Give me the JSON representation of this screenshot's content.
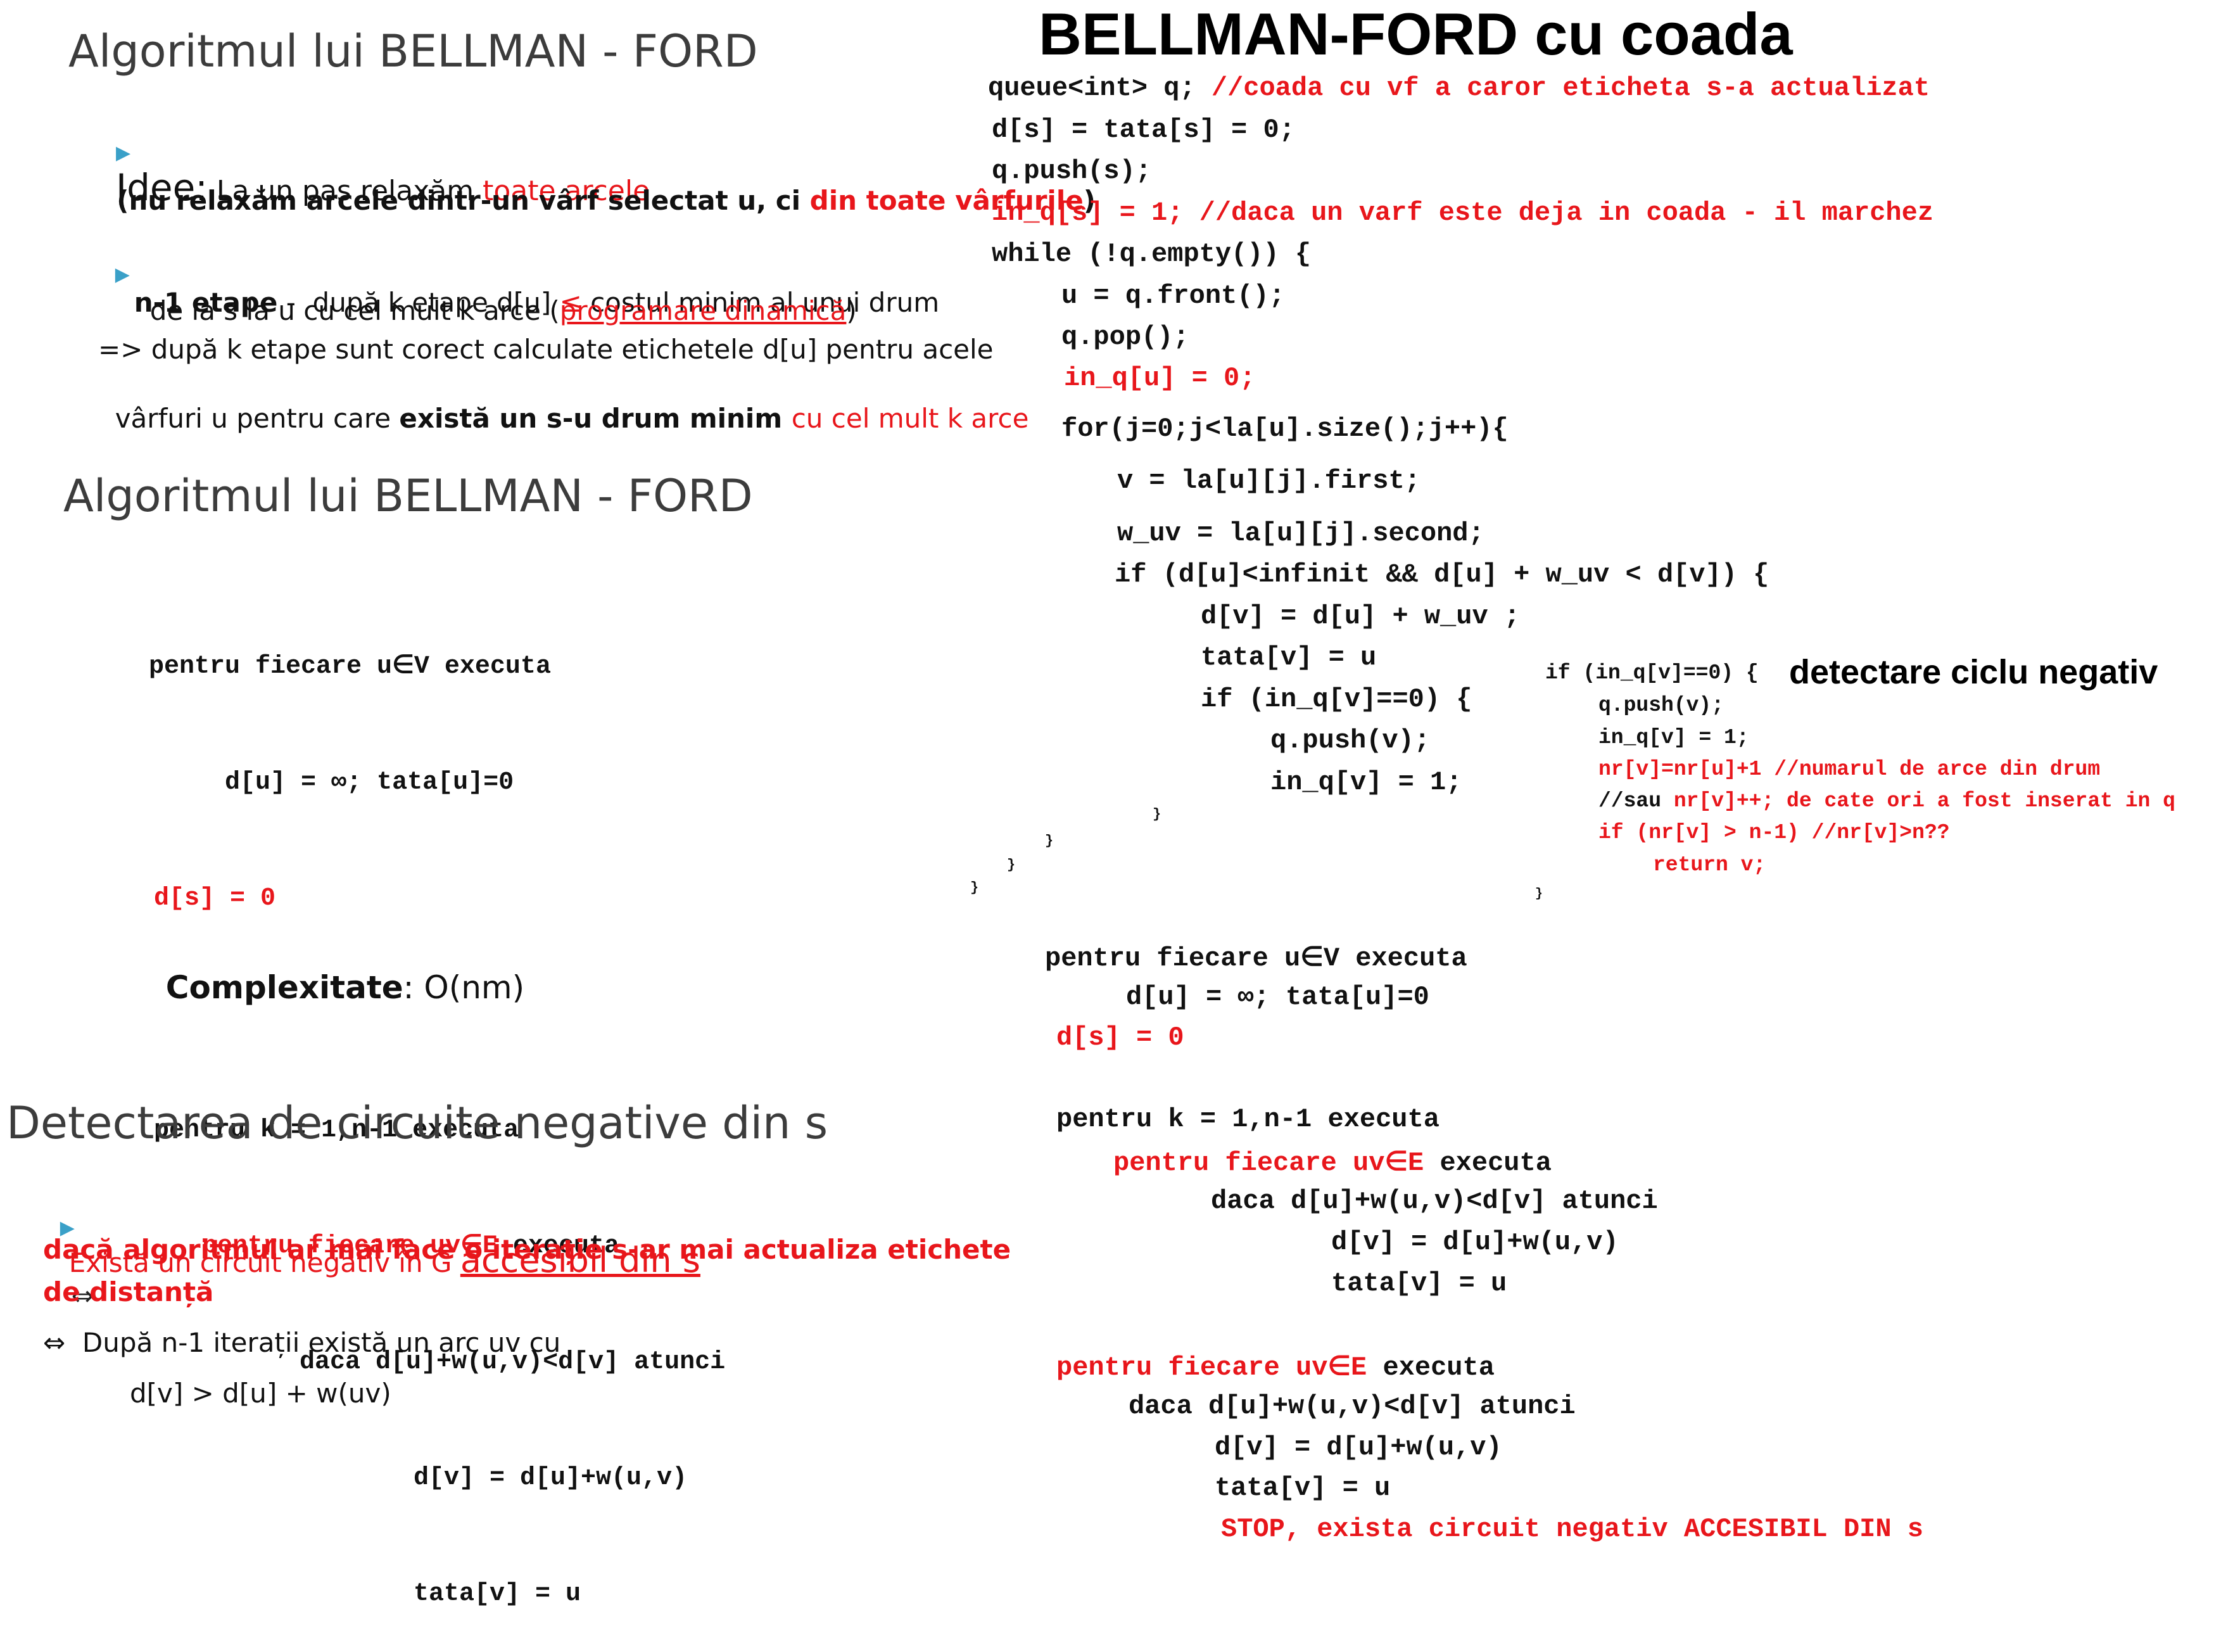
{
  "section1": {
    "title": "Algoritmul lui BELLMAN - FORD",
    "idea_label": "Idee:",
    "idea_text": " La un pas relaxăm ",
    "idea_red": "toate arcele",
    "idea_paren_a": "(nu relaxăm arcele dintr-un vârf selectat u, ci ",
    "idea_paren_red": "din toate vârfurile",
    "idea_paren_b": ")",
    "stages_bold": "n-1 etape",
    "stages_text": " -  după k etape d[u] ",
    "stages_leq": "≤",
    "stages_text2": " costul minim al unui drum",
    "stages_line2": "de la s la u cu cel mult k arce (",
    "stages_link": "programare dinamică",
    "stages_line2_end": ")",
    "conclusion_line1": "=> după k etape sunt corect calculate etichetele d[u] pentru acele",
    "conclusion_line2_a": "vârfuri u pentru care ",
    "conclusion_line2_b": "există un s-u drum minim ",
    "conclusion_line2_red": "cu cel mult k arce"
  },
  "section2": {
    "title": "Algoritmul lui BELLMAN - FORD",
    "code": [
      {
        "text": "pentru fiecare u∈V executa",
        "red": false
      },
      {
        "text": "     d[u] = ∞; tata[u]=0",
        "red": false
      },
      {
        "text": "d[s] = 0",
        "red": true
      },
      {
        "text": "",
        "red": false
      },
      {
        "text": "pentru k = 1,n-1 executa",
        "red": false
      }
    ],
    "inner_red": "pentru fiecare uv∈E",
    "inner_black": " executa",
    "if_line": "daca d[u]+w(u,v)<d[v] atunci",
    "assign1": "d[v] = d[u]+w(u,v)",
    "assign2": "tata[v] = u",
    "complexity_label": "Complexitate",
    "complexity_value": ": O(nm)"
  },
  "section3": {
    "title": "Detectarea de circuite negative din s",
    "bullet_a": "Există un circuit negativ în G ",
    "bullet_link": "accesibil din s",
    "bullet_sym": "⇔",
    "line2": "dacă algoritmul ar mai face o iterație s-ar mai actualiza etichete",
    "line3": "de distanță",
    "line4": "⇔  După n-1 iterații există un arc uv cu",
    "line5": "d[v] > d[u] + w(uv)"
  },
  "queue": {
    "title": "BELLMAN-FORD cu coada",
    "line1_black": "queue<int> q; ",
    "line1_red": "//coada cu vf a caror eticheta s-a actualizat",
    "line2": "d[s] = tata[s] = 0;",
    "line3": "q.push(s);",
    "line4_red": "in_q[s] = 1; //daca un varf este deja in coada - il marchez",
    "line5": "while (!q.empty()) {",
    "line6": "u = q.front();",
    "line7": "q.pop();",
    "line8_red": "in_q[u] = 0;",
    "line9": "for(j=0;j<la[u].size();j++){",
    "line10": "v = la[u][j].first;",
    "line11": "w_uv = la[u][j].second;",
    "line12": "if (d[u]<infinit && d[u] + w_uv < d[v]) {",
    "line13": "d[v] = d[u] + w_uv ;",
    "line14": "tata[v] = u",
    "line15": "if (in_q[v]==0) {",
    "line16": "q.push(v);",
    "line17": "in_q[v] = 1;",
    "brace": "}"
  },
  "side": {
    "if_line": "if (in_q[v]==0) {",
    "label": "detectare ciclu negativ",
    "push": "q.push(v);",
    "inq": "in_q[v] = 1;",
    "nr_red": "nr[v]=nr[u]+1 //numarul de arce din drum",
    "sau_black": "//sau ",
    "sau_red": "nr[v]++; de cate ori a fost inserat in q",
    "if_nr_red": "if (nr[v] > n-1) //nr[v]>n??",
    "return_red": "return v;",
    "brace": "}"
  },
  "section4": {
    "l1": "pentru fiecare u∈V executa",
    "l2": "d[u] = ∞; tata[u]=0",
    "l3_red": "d[s] = 0",
    "l4": "pentru k = 1,n-1 executa",
    "l5_red": "pentru fiecare uv∈E",
    "l5_black": " executa",
    "l6": "daca d[u]+w(u,v)<d[v] atunci",
    "l7": "d[v] = d[u]+w(u,v)",
    "l8": "tata[v] = u",
    "l9_red": "pentru fiecare uv∈E",
    "l9_black": " executa",
    "l10": "daca d[u]+w(u,v)<d[v] atunci",
    "l11": "d[v] = d[u]+w(u,v)",
    "l12": "tata[v] = u",
    "l13_red": "STOP, exista circuit negativ ACCESIBIL DIN s"
  }
}
